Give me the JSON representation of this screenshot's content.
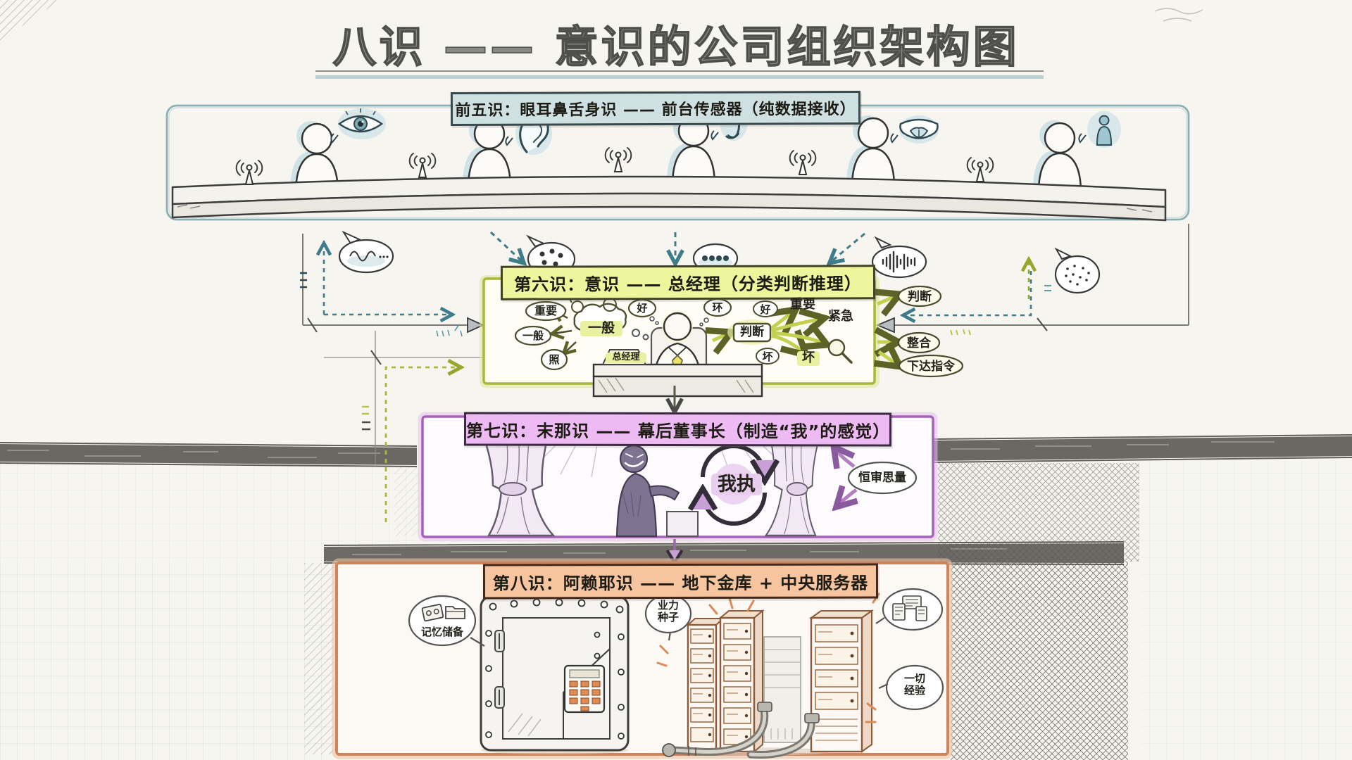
{
  "title": "八识 —— 意识的公司组织架构图",
  "colors": {
    "five_accent": "#8ab0b6",
    "six_accent": "#c3d050",
    "seven_accent": "#a660bb",
    "eight_accent": "#cf855b",
    "pencil": "#55534e"
  },
  "five": {
    "banner": "前五识：眼耳鼻舌身识 —— 前台传感器（纯数据接收）",
    "sense_icons": [
      "eye",
      "ear",
      "nose",
      "tongue",
      "body"
    ]
  },
  "six": {
    "banner": "第六识：意识 —— 总经理（分类判断推理）",
    "cloud_label": "一般",
    "sort_tags": [
      "重要",
      "一般",
      "照"
    ],
    "thought_left": "好",
    "thought_right": "环",
    "judge_label": "判断",
    "fan_targets": [
      "重要",
      "紧急",
      "坏"
    ],
    "fan_bubbles": [
      "好",
      "坏"
    ],
    "desk_plate": "总经理",
    "outputs": [
      "判断",
      "整合",
      "下达指令"
    ]
  },
  "seven": {
    "banner": "第七识：末那识 —— 幕后董事长（制造“我”的感觉）",
    "loop_label": "我执",
    "side_bubble": "恒审思量"
  },
  "eight": {
    "banner": "第八识：阿赖耶识 —— 地下金库 + 中央服务器",
    "bubble_memory": "记忆储备",
    "bubble_seed": "业力\n种子",
    "bubble_experience": "一切\n经验"
  }
}
